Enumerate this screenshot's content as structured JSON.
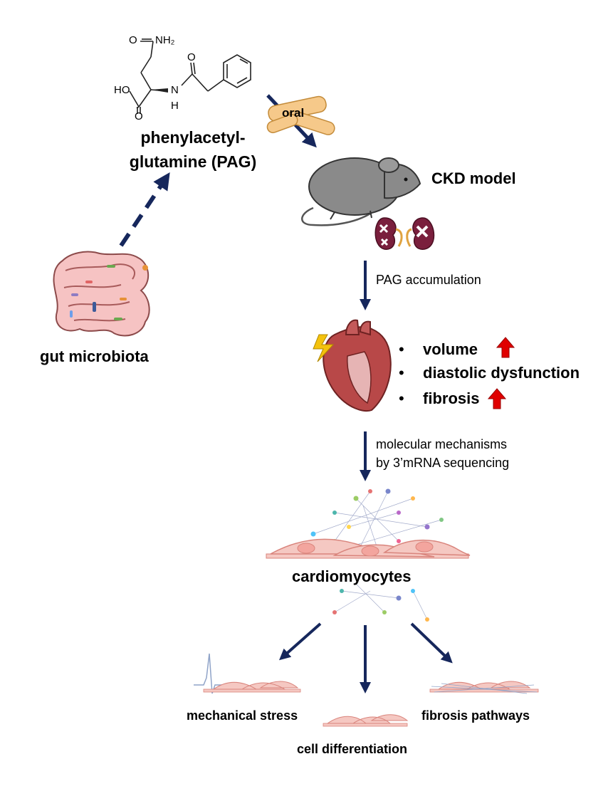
{
  "molecule": {
    "atoms": {
      "nh2": "NH₂",
      "o_top": "O",
      "ho": "HO",
      "n": "N",
      "h": "H",
      "o_amide": "O",
      "o_acid": "O"
    }
  },
  "pag_label_line1": "phenylacetyl-",
  "pag_label_line2": "glutamine (PAG)",
  "gut_label": "gut microbiota",
  "oral_label": "oral",
  "model_label": "CKD model",
  "accumulation_label": "PAG accumulation",
  "effects": [
    {
      "text": "volume",
      "arrow": "up"
    },
    {
      "text": "diastolic dysfunction",
      "arrow": ""
    },
    {
      "text": "fibrosis",
      "arrow": "up"
    }
  ],
  "mechanism_line1": "molecular mechanisms",
  "mechanism_line2": "by 3’mRNA sequencing",
  "cell_label": "cardiomyocytes",
  "outcomes": [
    "mechanical stress",
    "cell differentiation",
    "fibrosis pathways"
  ],
  "colors": {
    "arrow_navy": "#16275c",
    "mouse_gray": "#8a8a8a",
    "kidney": "#7a1f3d",
    "heart": "#b84848",
    "cell_pink": "#f5c8c2",
    "red_up": "#e00000",
    "capsule": "#f6c98a"
  }
}
